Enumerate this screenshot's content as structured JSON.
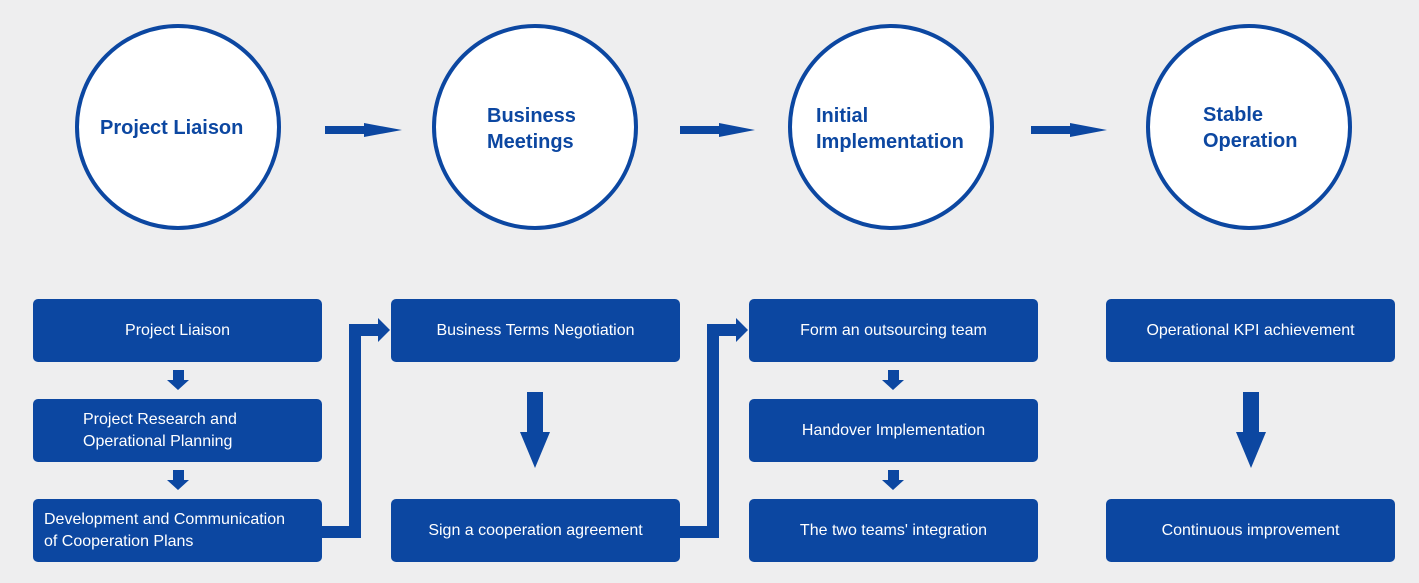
{
  "colors": {
    "background": "#eeeeef",
    "primary": "#0c47a1",
    "circle_fill": "#ffffff",
    "box_text": "#ffffff"
  },
  "stages": [
    {
      "title": "Project Liaison",
      "steps": [
        "Project Liaison",
        "Project Research and\nOperational Planning",
        "Development and Communication\nof Cooperation Plans"
      ]
    },
    {
      "title": "Business\nMeetings",
      "steps": [
        "Business Terms Negotiation",
        "Sign a cooperation agreement"
      ]
    },
    {
      "title": "Initial\nImplementation",
      "steps": [
        "Form an outsourcing team",
        "Handover Implementation",
        "The two teams' integration"
      ]
    },
    {
      "title": "Stable\nOperation",
      "steps": [
        "Operational KPI achievement",
        "Continuous improvement"
      ]
    }
  ],
  "icons": {
    "stage_arrow": "arrow-right-icon",
    "step_arrow": "arrow-down-icon",
    "connector": "elbow-arrow-icon"
  }
}
